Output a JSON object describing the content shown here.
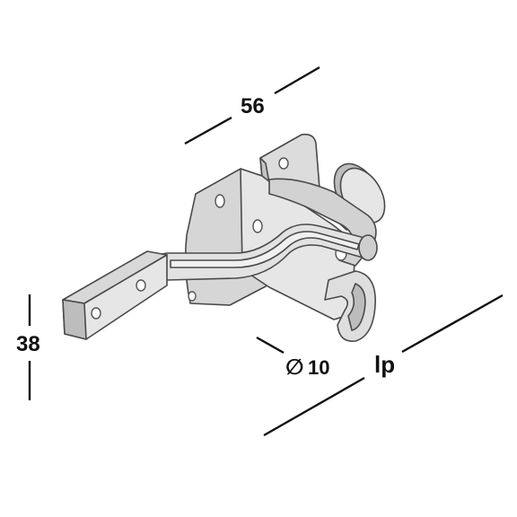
{
  "dimensions": {
    "width_label": "56",
    "height_label": "38",
    "diameter_symbol": "∅",
    "diameter_value": "10",
    "length_label": "lp"
  },
  "colors": {
    "metal_light": "#e4e4e4",
    "metal_mid": "#c9c9c9",
    "metal_dark": "#a9a9a9",
    "line": "#111111"
  }
}
